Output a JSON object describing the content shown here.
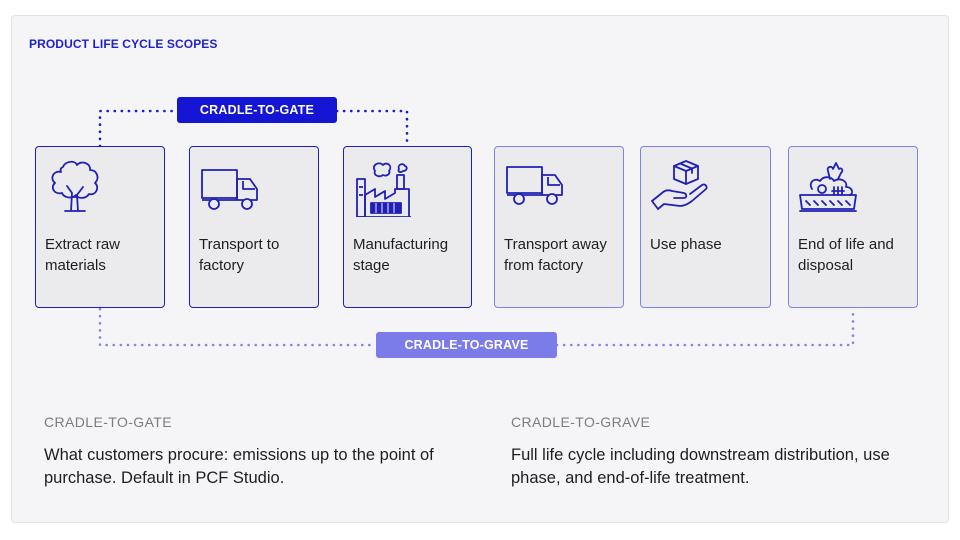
{
  "heading": "PRODUCT LIFE CYCLE SCOPES",
  "scopes": {
    "gate_label": "CRADLE-TO-GATE",
    "grave_label": "CRADLE-TO-GRAVE"
  },
  "stages": [
    {
      "label": "Extract raw materials",
      "icon": "tree-icon",
      "scope": "gate"
    },
    {
      "label": "Transport to factory",
      "icon": "truck-icon",
      "scope": "gate"
    },
    {
      "label": "Manufacturing stage",
      "icon": "factory-icon",
      "scope": "gate"
    },
    {
      "label": "Transport away from factory",
      "icon": "truck-icon",
      "scope": "grave"
    },
    {
      "label": "Use phase",
      "icon": "hand-box-icon",
      "scope": "grave"
    },
    {
      "label": "End of life and disposal",
      "icon": "waste-bin-icon",
      "scope": "grave"
    }
  ],
  "explanations": [
    {
      "kicker": "CRADLE-TO-GATE",
      "text": "What customers procure: emissions up to the point of purchase. Default in PCF Studio."
    },
    {
      "kicker": "CRADLE-TO-GRAVE",
      "text": "Full life cycle including downstream distribution, use phase, and end-of-life treatment."
    }
  ],
  "colors": {
    "gate": "#1515d4",
    "grave": "#7b7bea",
    "heading": "#1f1fd1"
  }
}
